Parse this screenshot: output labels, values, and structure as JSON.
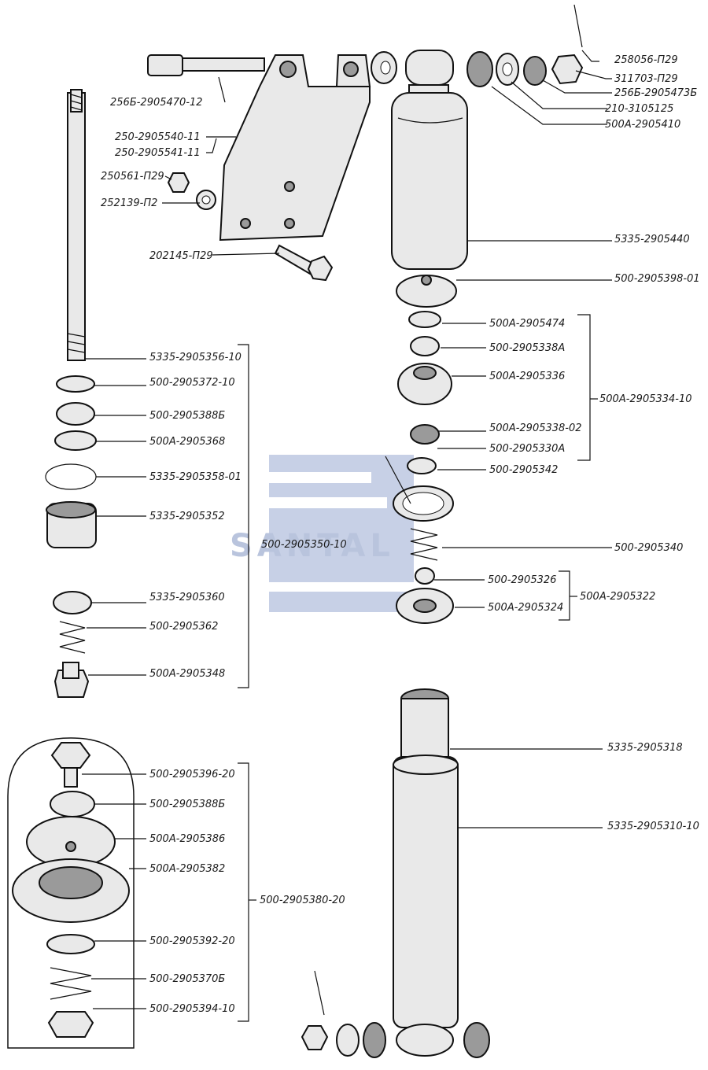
{
  "watermark": "SANTAL",
  "colors": {
    "watermark": "#c7d0e6",
    "ink": "#111111",
    "paper": "#ffffff"
  },
  "labels": {
    "l01": "258056-П29",
    "l02": "311703-П29",
    "l03": "256Б-2905473Б",
    "l04": "210-3105125",
    "l05": "500А-2905410",
    "l06": "256Б-2905470-12",
    "l07": "250-2905540-11",
    "l08": "250-2905541-11",
    "l09": "250561-П29",
    "l10": "252139-П2",
    "l11": "202145-П29",
    "l12": "5335-2905440",
    "l13": "500-2905398-01",
    "l14": "500А-2905474",
    "l15": "500-2905338А",
    "l16": "500А-2905336",
    "l17": "500А-2905334-10",
    "l18": "500А-2905338-02",
    "l19": "500-2905330А",
    "l20": "500-2905342",
    "l21": "500-2905340",
    "l22": "500-2905326",
    "l23": "500А-2905322",
    "l24": "500А-2905324",
    "l25": "5335-2905356-10",
    "l26": "500-2905372-10",
    "l27": "500-2905388Б",
    "l28": "500А-2905368",
    "l29": "5335-2905358-01",
    "l30": "5335-2905352",
    "l31": "500-2905350-10",
    "l32": "5335-2905360",
    "l33": "500-2905362",
    "l34": "500А-2905348",
    "l35": "500-2905396-20",
    "l36": "500-2905388Б",
    "l37": "500А-2905386",
    "l38": "500А-2905382",
    "l39": "500-2905380-20",
    "l40": "500-2905392-20",
    "l41": "500-2905370Б",
    "l42": "500-2905394-10",
    "l43": "5335-2905318",
    "l44": "5335-2905310-10"
  }
}
